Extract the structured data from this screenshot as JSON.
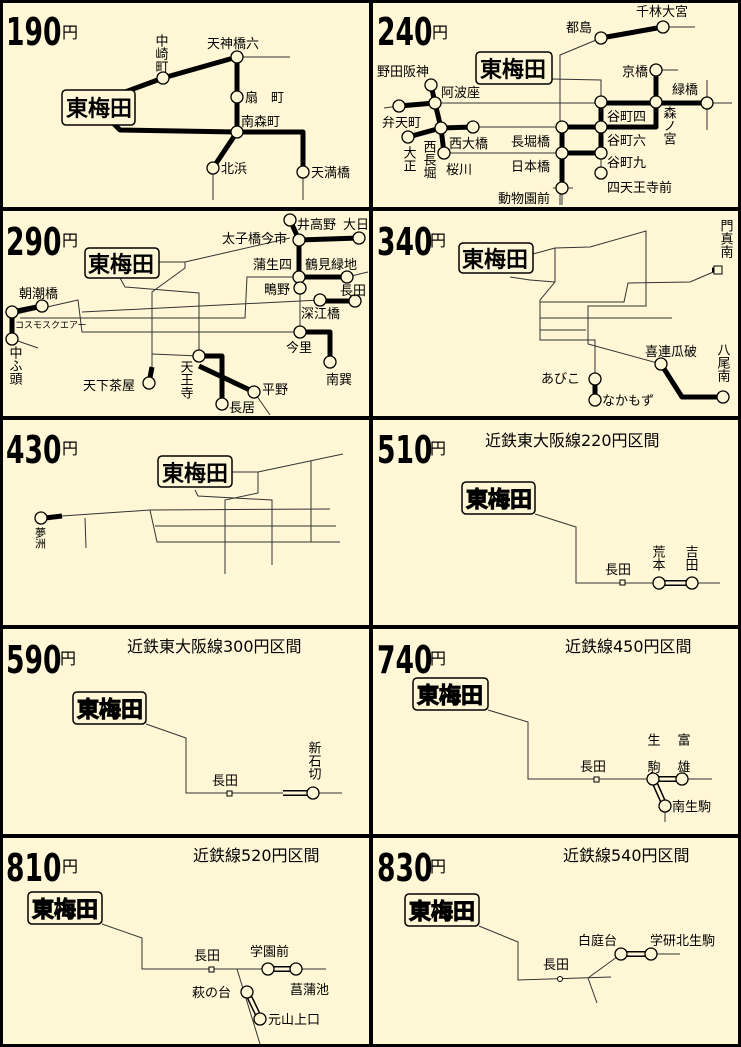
{
  "colors": {
    "background": "#FFF7D6",
    "line": "#000000",
    "border": "#000000"
  },
  "origin": "東梅田",
  "unit": "円",
  "panels": [
    {
      "fare": "190",
      "stations": [
        "中崎町",
        "天神橋六",
        "扇　町",
        "南森町",
        "北浜",
        "天満橋"
      ]
    },
    {
      "fare": "240",
      "stations": [
        "都島",
        "千林大宮",
        "京橋",
        "緑橋",
        "野田阪神",
        "阿波座",
        "弁天町",
        "谷町四",
        "森ノ宮",
        "西大橋",
        "長堀橋",
        "谷町六",
        "大正",
        "西長堀",
        "桜川",
        "日本橋",
        "谷町九",
        "四天王寺前",
        "動物園前"
      ]
    },
    {
      "fare": "290",
      "stations": [
        "井高野",
        "大日",
        "太子橋今市",
        "蒲生四",
        "鶴見緑地",
        "鴫野",
        "長田",
        "深江橋",
        "今里",
        "南巽",
        "朝潮橋",
        "コスモスクエアー",
        "中ふ頭",
        "天下茶屋",
        "天王寺",
        "長居",
        "平野"
      ]
    },
    {
      "fare": "340",
      "stations": [
        "門真南",
        "喜連瓜破",
        "八尾南",
        "あびこ",
        "なかもず"
      ]
    },
    {
      "fare": "430",
      "stations": [
        "夢洲"
      ]
    },
    {
      "fare": "510",
      "note": "近鉄東大阪線220円区間",
      "stations": [
        "長田",
        "荒本",
        "吉田"
      ]
    },
    {
      "fare": "590",
      "note": "近鉄東大阪線300円区間",
      "stations": [
        "長田",
        "新石切"
      ]
    },
    {
      "fare": "740",
      "note": "近鉄線450円区間",
      "stations": [
        "長田",
        "生駒",
        "富雄",
        "南生駒"
      ]
    },
    {
      "fare": "810",
      "note": "近鉄線520円区間",
      "stations": [
        "長田",
        "学園前",
        "菖蒲池",
        "萩の台",
        "元山上口"
      ]
    },
    {
      "fare": "830",
      "note": "近鉄線540円区間",
      "stations": [
        "長田",
        "白庭台",
        "学研北生駒"
      ]
    }
  ]
}
